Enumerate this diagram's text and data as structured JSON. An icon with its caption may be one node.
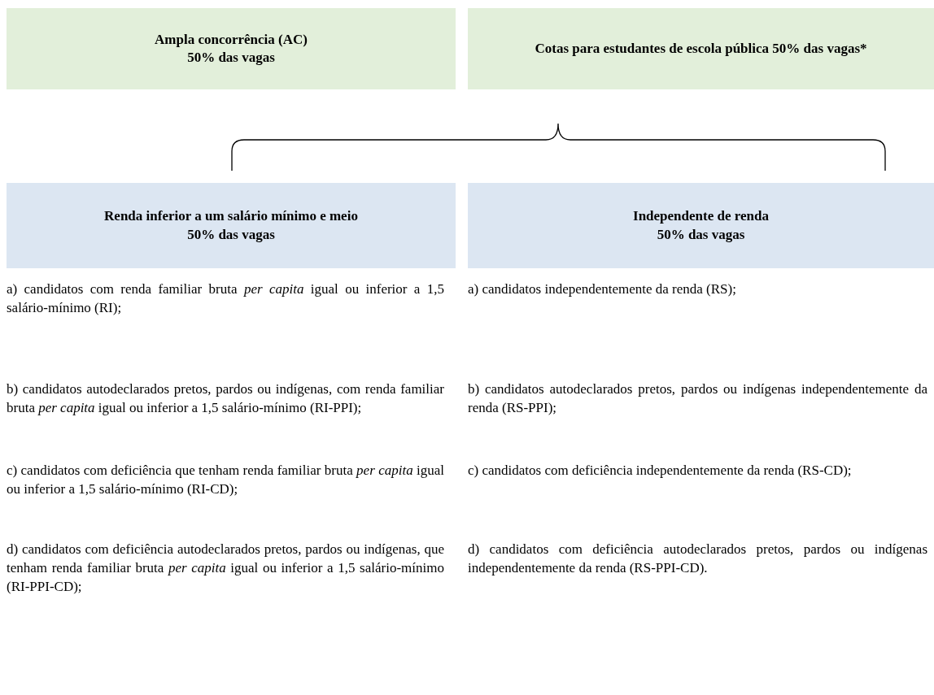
{
  "diagram": {
    "nodes": [
      {
        "text": [
          "Ampla concorrência (AC)",
          "50% das vagas"
        ]
      },
      {
        "text": [
          "Cotas para estudantes de escola pública 50% das vagas*"
        ]
      },
      {
        "text": [
          "Renda inferior a um salário mínimo e meio",
          "50% das vagas"
        ]
      },
      {
        "text": [
          "Independente de renda",
          "50% das vagas"
        ]
      }
    ],
    "labels": [
      "a) candidatos com renda familiar bruta *per capita* igual ou inferior a 1,5 salário-mínimo (RI);",
      "a) candidatos independentemente da renda (RS);",
      "b) candidatos autodeclarados pretos, pardos ou indígenas, com renda familiar bruta *per capita* igual ou inferior a 1,5 salário-mínimo (RI-PPI);",
      "b) candidatos autodeclarados pretos, pardos ou indígenas independentemente da renda (RS-PPI);",
      "c) candidatos com deficiência que tenham renda familiar bruta *per capita* igual ou inferior a 1,5 salário-mínimo (RI-CD);",
      "c) candidatos com deficiência independentemente da renda (RS-CD);",
      "d) candidatos com deficiência autodeclarados pretos, pardos ou indígenas, que tenham renda familiar bruta *per capita* igual ou inferior a 1,5 salário-mínimo (RI-PPI-CD);",
      "d) candidatos com deficiência autodeclarados pretos, pardos ou indígenas independentemente da renda (RS-PPI-CD)."
    ]
  }
}
